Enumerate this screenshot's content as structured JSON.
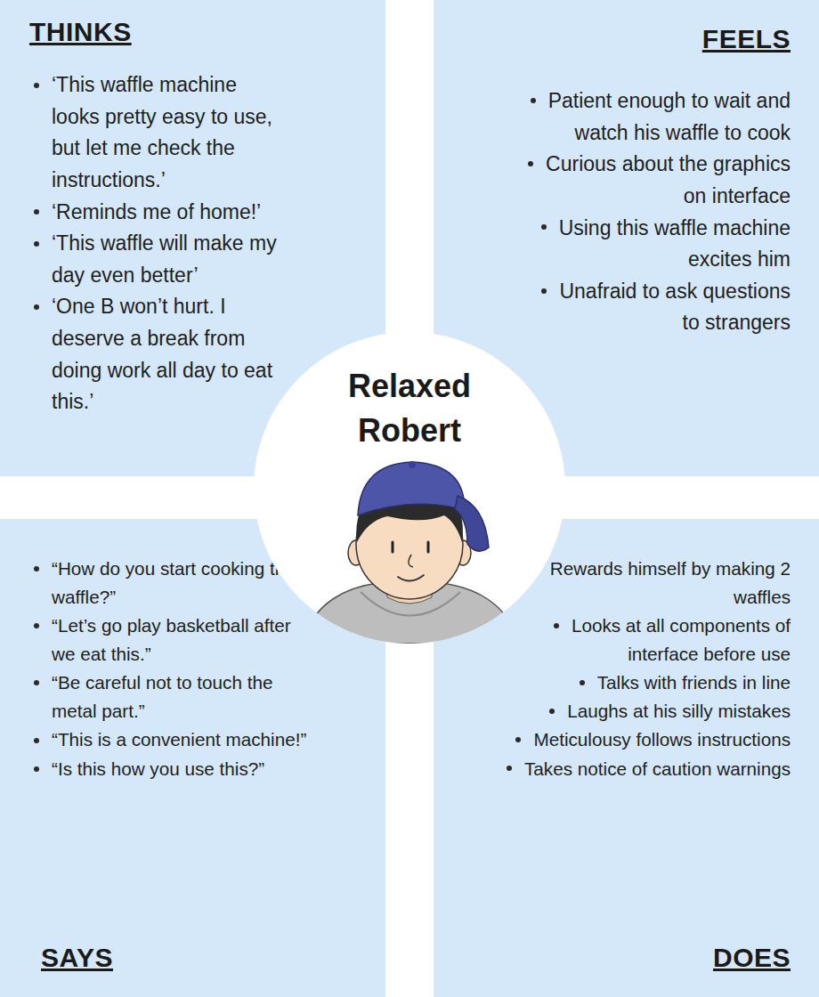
{
  "diagram": {
    "nodes": [
      {
        "text": [
          "THINKS",
          "‘This waffle machine looks pretty easy to use, but let me check the instructions.’",
          "‘Reminds me of home!’",
          "‘This waffle will make my day even better’",
          "‘One B won’t hurt. I deserve a break from doing work all day to eat this.’"
        ]
      },
      {
        "text": [
          "FEELS",
          "Patient enough to wait and watch his waffle to cook",
          "Curious about the graphics on interface",
          "Using this waffle machine excites him",
          "Unafraid to ask questions to strangers"
        ]
      },
      {
        "text": [
          "Relaxed Robert"
        ]
      },
      {
        "text": [
          "“How do you start cooking the waffle?”",
          "“Let’s go play basketball after we eat this.”",
          "“Be careful not to touch the metal part.”",
          "“This is a convenient machine!”",
          "“Is this how you use this?”",
          "SAYS"
        ]
      },
      {
        "text": [
          "Rewards himself by making 2 waffles",
          "Looks at all components of interface before use",
          "Talks with friends in line",
          "Laughs at his silly mistakes",
          "Meticulousy follows instructions",
          "Takes notice of caution warnings",
          "DOES"
        ]
      }
    ]
  }
}
